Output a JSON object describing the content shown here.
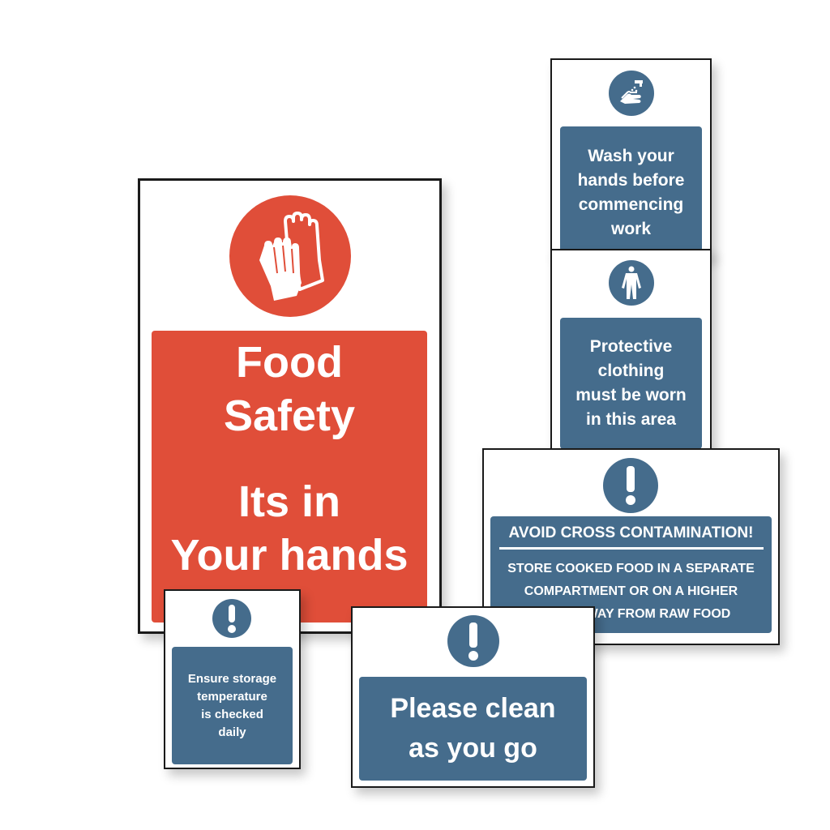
{
  "colors": {
    "red": "#e04e39",
    "blue": "#456c8c",
    "border": "#1a1a1a"
  },
  "signs": {
    "food_safety": {
      "icon": "gloves-icon",
      "lines": [
        "Food",
        "Safety",
        "Its in",
        "Your hands"
      ]
    },
    "wash_hands": {
      "icon": "hand-washing-icon",
      "lines": [
        "Wash your",
        "hands before",
        "commencing",
        "work"
      ]
    },
    "protective_clothing": {
      "icon": "protective-suit-icon",
      "lines": [
        "Protective",
        "clothing",
        "must be worn",
        "in this area"
      ]
    },
    "cross_contamination": {
      "icon": "exclamation-icon",
      "heading": "AVOID CROSS CONTAMINATION!",
      "lines": [
        "STORE COOKED FOOD IN A SEPARATE",
        "COMPARTMENT OR ON A HIGHER",
        "SHELF AWAY FROM RAW FOOD"
      ]
    },
    "storage_temperature": {
      "icon": "exclamation-icon",
      "lines": [
        "Ensure storage",
        "temperature",
        "is checked",
        "daily"
      ]
    },
    "clean_as_you_go": {
      "icon": "exclamation-icon",
      "lines": [
        "Please clean",
        "as you go"
      ]
    }
  }
}
